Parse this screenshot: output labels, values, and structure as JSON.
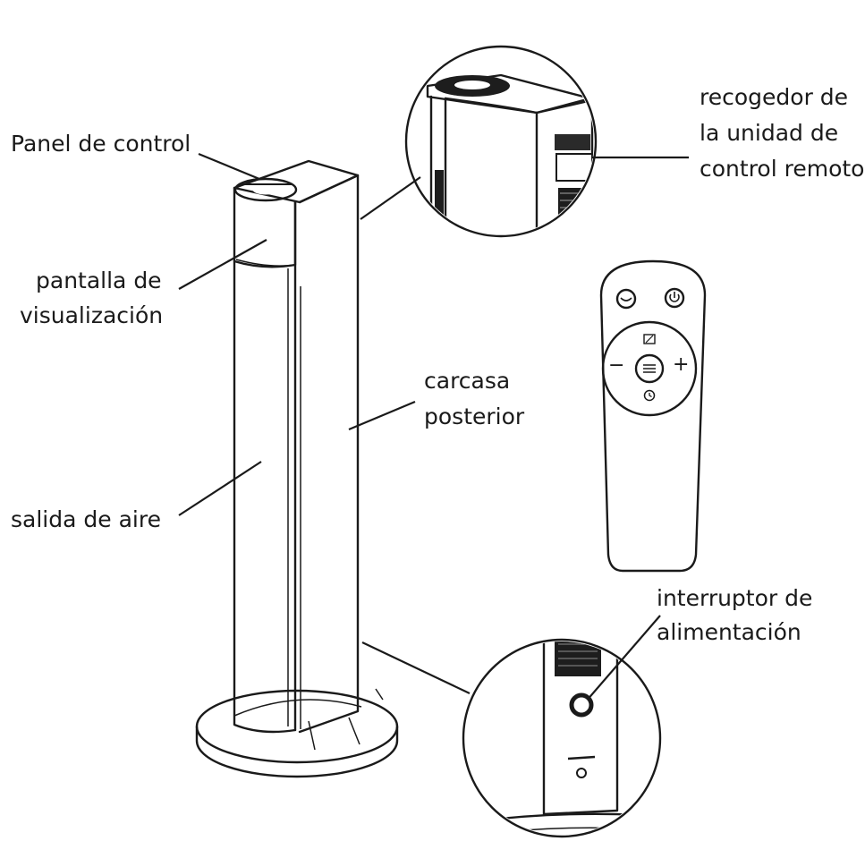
{
  "labels": {
    "control_panel": "Panel de control",
    "display": [
      "pantalla de",
      "visualización"
    ],
    "air_outlet": "salida de aire",
    "rear_housing": [
      "carcasa",
      "posterior"
    ],
    "remote_holder": [
      "recogedor de",
      "la unidad de",
      "control remoto"
    ],
    "power_switch": [
      "interruptor de",
      "alimentación"
    ]
  },
  "remote": {
    "sleep_icon": "sleep-icon",
    "power_icon": "power-icon",
    "swing_icon": "swing-icon",
    "mode_icon": "mode-icon",
    "timer_icon": "timer-icon",
    "minus": "−",
    "plus": "+"
  }
}
